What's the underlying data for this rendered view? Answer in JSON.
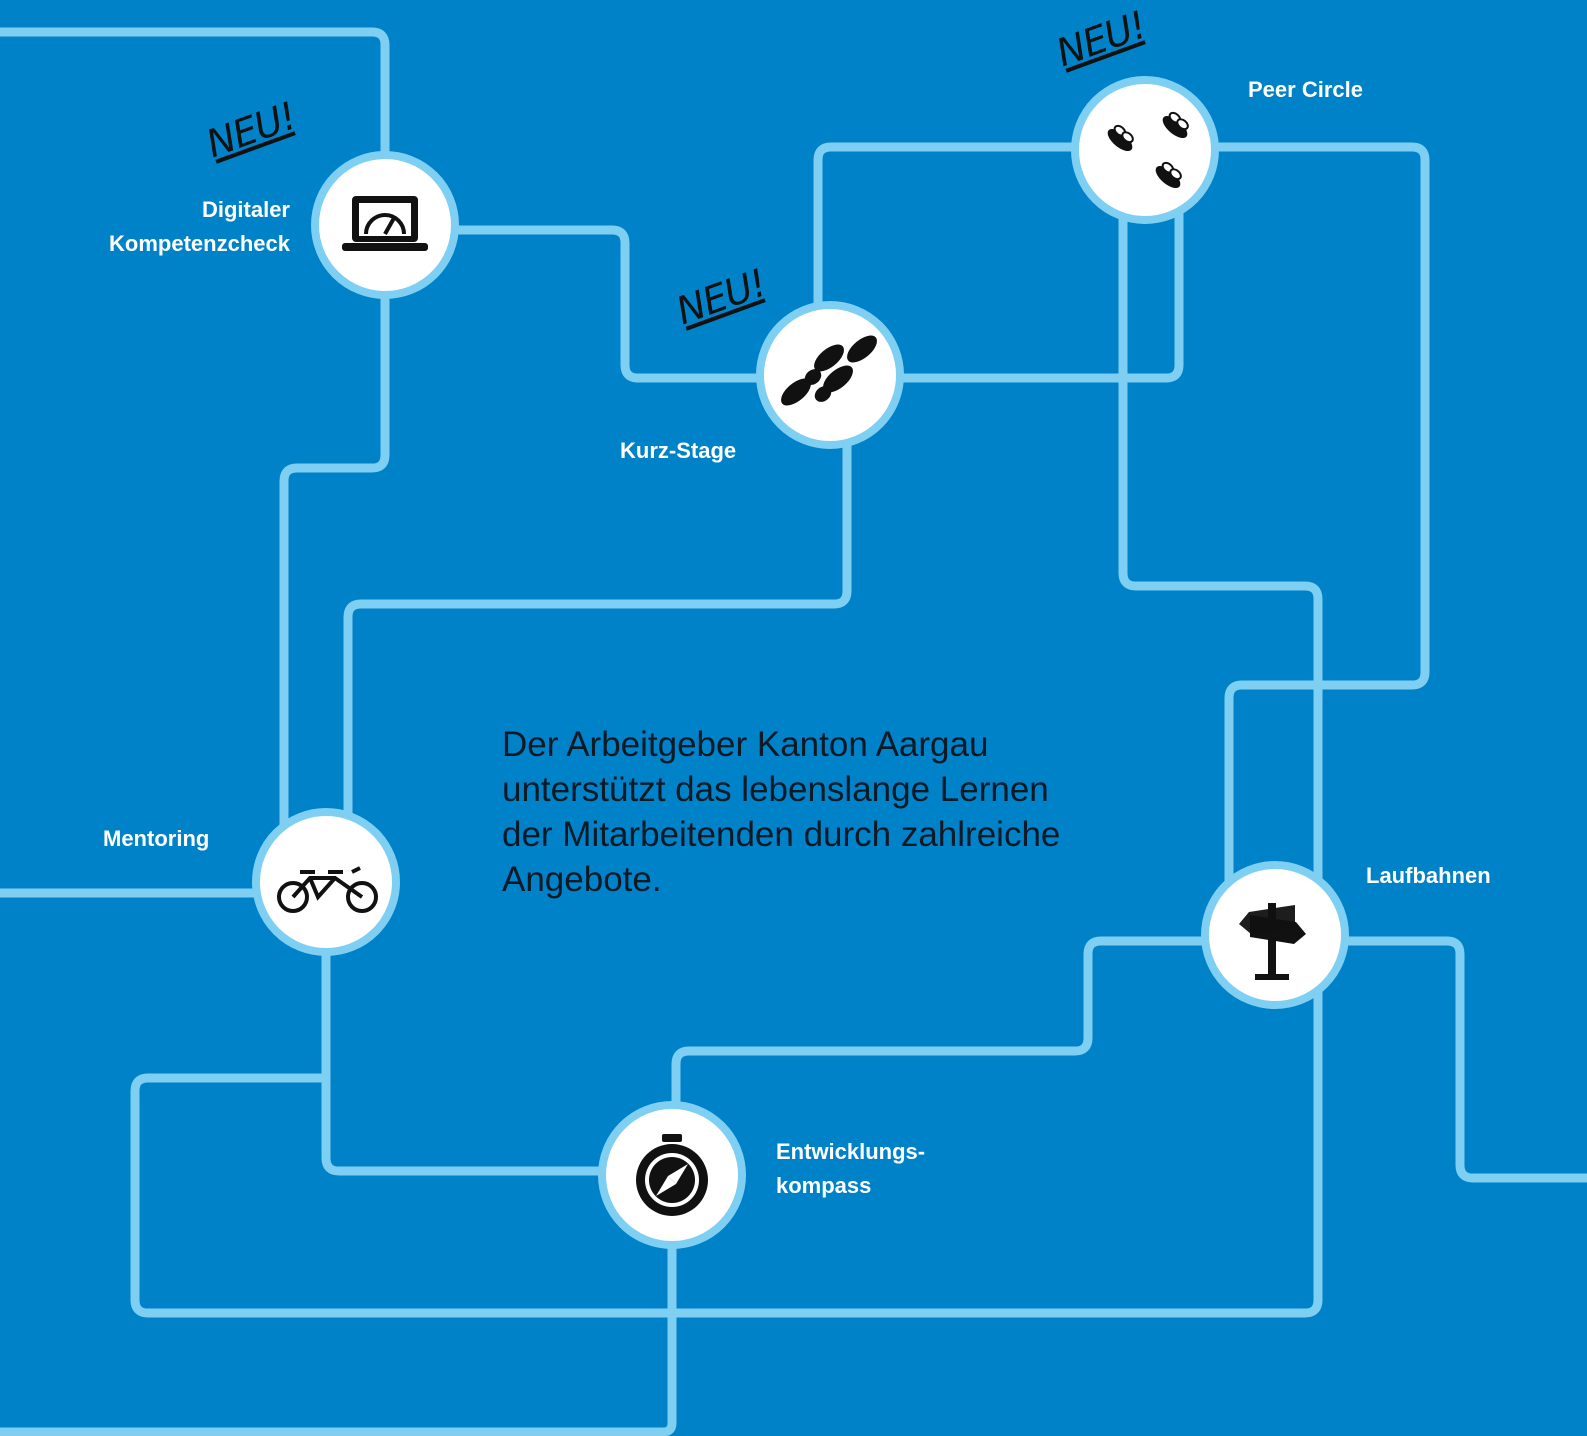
{
  "colors": {
    "background": "#0082c8",
    "line": "#7fcff3",
    "node_fill": "#ffffff",
    "text_light": "#ffffff",
    "text_dark": "#0d1a26"
  },
  "headline": "Der Arbeitgeber Kanton Aargau unterstützt das lebenslange Lernen der Mitarbeitenden durch zahlreiche Angebote.",
  "badge_text": "NEU!",
  "nodes": {
    "digital": {
      "label_line1": "Digitaler",
      "label_line2": "Kompetenzcheck",
      "icon": "laptop-gauge-icon",
      "is_new": true
    },
    "kurz": {
      "label": "Kurz-Stage",
      "icon": "footprints-icon",
      "is_new": true
    },
    "peer": {
      "label": "Peer Circle",
      "icon": "bees-icon",
      "is_new": true
    },
    "mentoring": {
      "label": "Mentoring",
      "icon": "tandem-bicycle-icon",
      "is_new": false
    },
    "laufbahnen": {
      "label": "Laufbahnen",
      "icon": "signpost-icon",
      "is_new": false
    },
    "kompass": {
      "label_line1": "Entwicklungs-",
      "label_line2": "kompass",
      "icon": "compass-icon",
      "is_new": false
    }
  }
}
